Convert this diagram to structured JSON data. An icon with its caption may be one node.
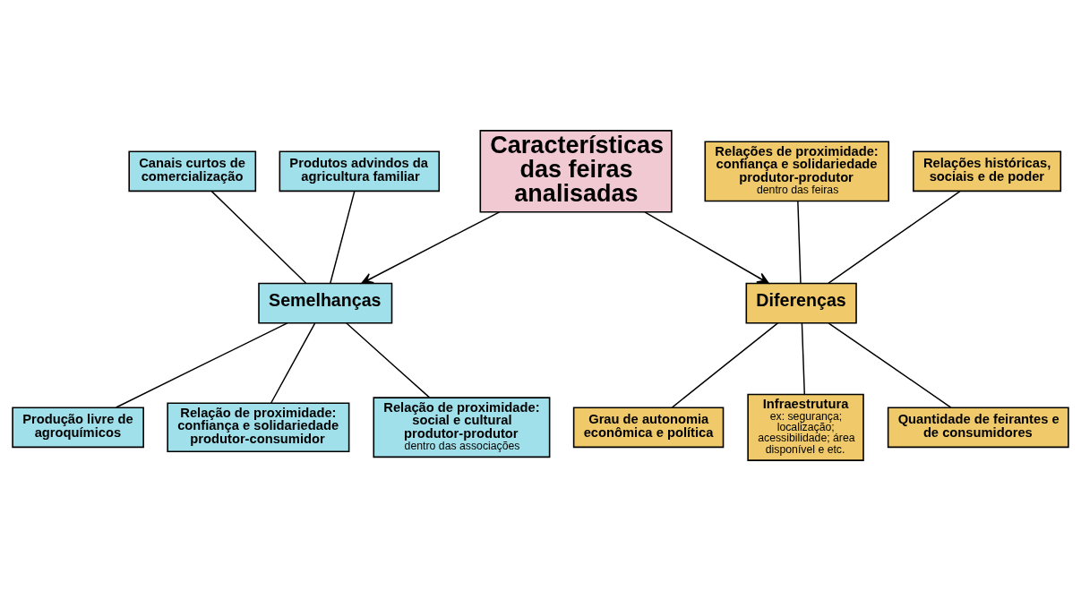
{
  "diagram": {
    "nodes": [
      {
        "text": [
          "Características das feiras analisadas"
        ]
      },
      {
        "text": [
          "Canais curtos de comercialização"
        ]
      },
      {
        "text": [
          "Produtos advindos da agricultura familiar"
        ]
      },
      {
        "text": [
          "Relações de proximidade: confiança e solidariedade produtor-produtor",
          "dentro das feiras"
        ]
      },
      {
        "text": [
          "Relações históricas, sociais e de poder"
        ]
      },
      {
        "text": [
          "Semelhanças"
        ]
      },
      {
        "text": [
          "Produção livre de agroquímicos"
        ]
      },
      {
        "text": [
          "Diferenças"
        ]
      },
      {
        "text": [
          "Grau de autonomia econômica e política"
        ]
      },
      {
        "text": [
          "Relação de proximidade: confiança e solidariedade produtor-consumidor"
        ]
      },
      {
        "text": [
          "Relação de proximidade: social e cultural produtor-produtor",
          "dentro das associações"
        ]
      },
      {
        "text": [
          "Infraestrutura",
          "ex: segurança; localização; acessibilidade; área disponível e etc."
        ]
      },
      {
        "text": [
          "Quantidade de feirantes e de consumidores"
        ]
      }
    ],
    "edges": [
      {
        "from": 0,
        "to": 5,
        "arrow": "to"
      },
      {
        "from": 0,
        "to": 7,
        "arrow": "to"
      },
      {
        "from": 5,
        "to": 1,
        "arrow": "none"
      },
      {
        "from": 5,
        "to": 2,
        "arrow": "none"
      },
      {
        "from": 5,
        "to": 6,
        "arrow": "none"
      },
      {
        "from": 5,
        "to": 9,
        "arrow": "none"
      },
      {
        "from": 5,
        "to": 10,
        "arrow": "none"
      },
      {
        "from": 7,
        "to": 3,
        "arrow": "none"
      },
      {
        "from": 7,
        "to": 4,
        "arrow": "none"
      },
      {
        "from": 7,
        "to": 8,
        "arrow": "none"
      },
      {
        "from": 7,
        "to": 11,
        "arrow": "none"
      },
      {
        "from": 7,
        "to": 12,
        "arrow": "none"
      }
    ]
  }
}
